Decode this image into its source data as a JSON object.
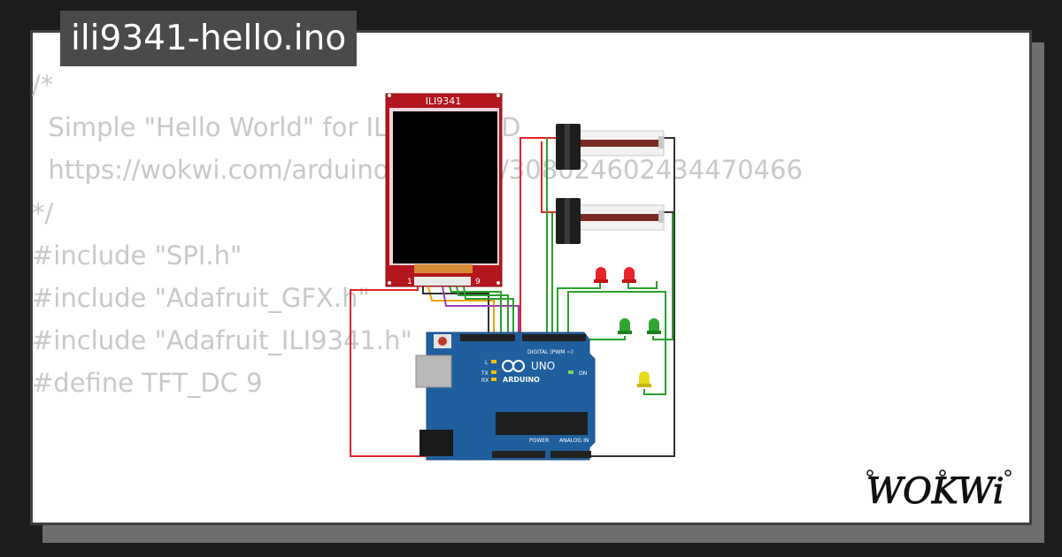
{
  "title": "ili9341-hello.ino",
  "code_lines": [
    "/*",
    "  Simple \"Hello World\" for ILI9341 LCD",
    "",
    "  https://wokwi.com/arduino/projects/308024602434470466",
    "*/",
    "",
    "#include \"SPI.h\"",
    "#include \"Adafruit_GFX.h\"",
    "#include \"Adafruit_ILI9341.h\"",
    "",
    "#define TFT_DC 9"
  ],
  "display": {
    "label": "ILI9341",
    "pin_first": "1",
    "pin_last": "9"
  },
  "arduino": {
    "brand": "ARDUINO",
    "model": "UNO",
    "digital_label": "DIGITAL (PWM ~)",
    "power_label": "POWER",
    "analog_label": "ANALOG IN",
    "on_label": "ON",
    "l_label": "L",
    "tx_label": "TX",
    "rx_label": "RX"
  },
  "brand": "WOKWi",
  "colors": {
    "background": "#1c1c1c",
    "card": "#ffffff",
    "code_text": "#c9c9c9",
    "title_bg": "#4a4a4a",
    "board_blue": "#1f5f9e",
    "lcd_red": "#b3161d",
    "wire_red": "#e0252b",
    "wire_green": "#2aa02a",
    "wire_black": "#333333"
  }
}
